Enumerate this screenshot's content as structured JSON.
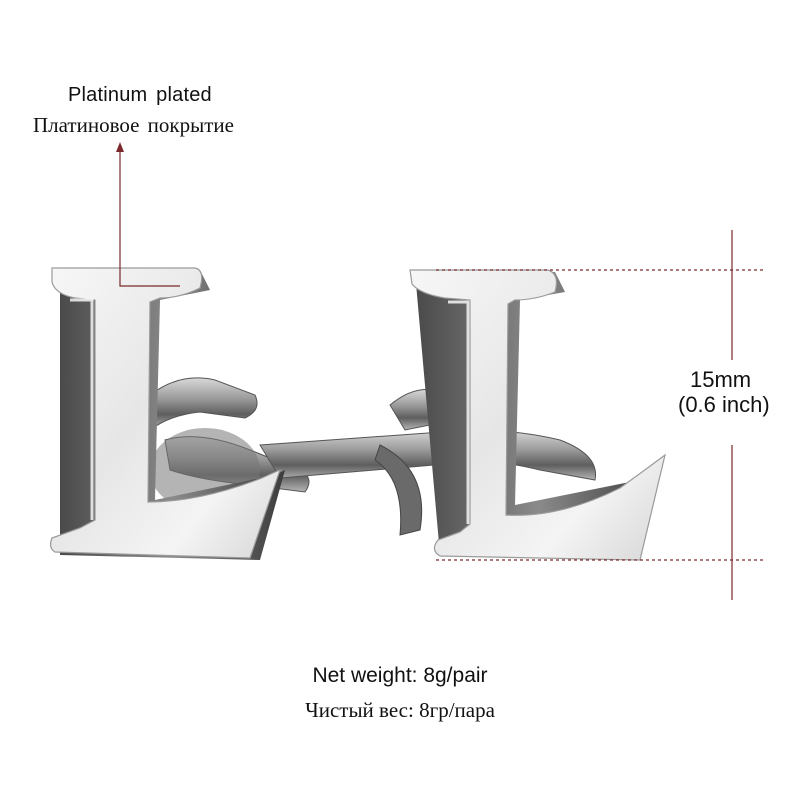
{
  "annotations": {
    "plating_en": "Platinum plated",
    "plating_ru": "Платиновое покрытие",
    "size_mm": "15mm",
    "size_inch": "(0.6 inch)",
    "weight_en": "Net weight: 8g/pair",
    "weight_ru": "Чистый вес: 8гр/пара"
  },
  "colors": {
    "callout_line": "#7a2a2a",
    "metal_light": "#f2f2f2",
    "metal_mid": "#c9c9c9",
    "metal_dark": "#5a5a5a",
    "text": "#111111"
  },
  "product": {
    "item": "letter-L-cufflinks",
    "count": 2
  }
}
